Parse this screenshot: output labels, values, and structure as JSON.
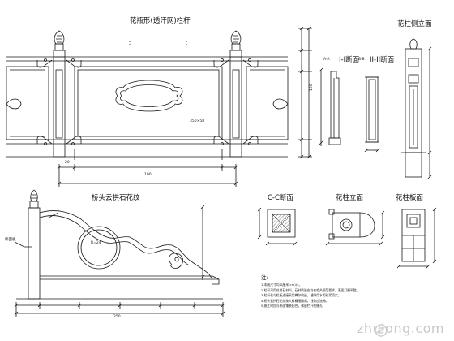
{
  "titles": {
    "main": "花瓶形(透汗网)栏杆",
    "side": "花柱侧立面",
    "section_a": "A-A",
    "post_section": "I-I断面",
    "sec_b": "B-B",
    "post_cross": "II-II断面",
    "end_piece": "桥头云拱石花纹",
    "sec_c": "C-C断面",
    "post_top": "花柱立面",
    "post_plan": "花柱板面"
  },
  "dimensions": {
    "main_bottom": "100",
    "main_small": "20",
    "main_opening": "350×58",
    "end_total": "250",
    "end_radius": "R=24"
  },
  "labels": {
    "slab": "桥面板",
    "post_height": "120"
  },
  "notes": {
    "heading": "注:",
    "items": [
      "1.本图尺寸均以厘米(cm)计。",
      "2.栏杆采用花岗石材料，石材质量应符合相关规范要求，表面打磨平整。",
      "3.栏杆柱与栏板连接采用榫卯构造，缝隙用水泥砂浆填实。",
      "4.桥头云拱石花纹按大样精细雕刻，线条应流畅。",
      "5.施工时应与桥面铺装配合，预留栏杆柱槽孔。"
    ]
  },
  "watermark": "zhulong.com"
}
